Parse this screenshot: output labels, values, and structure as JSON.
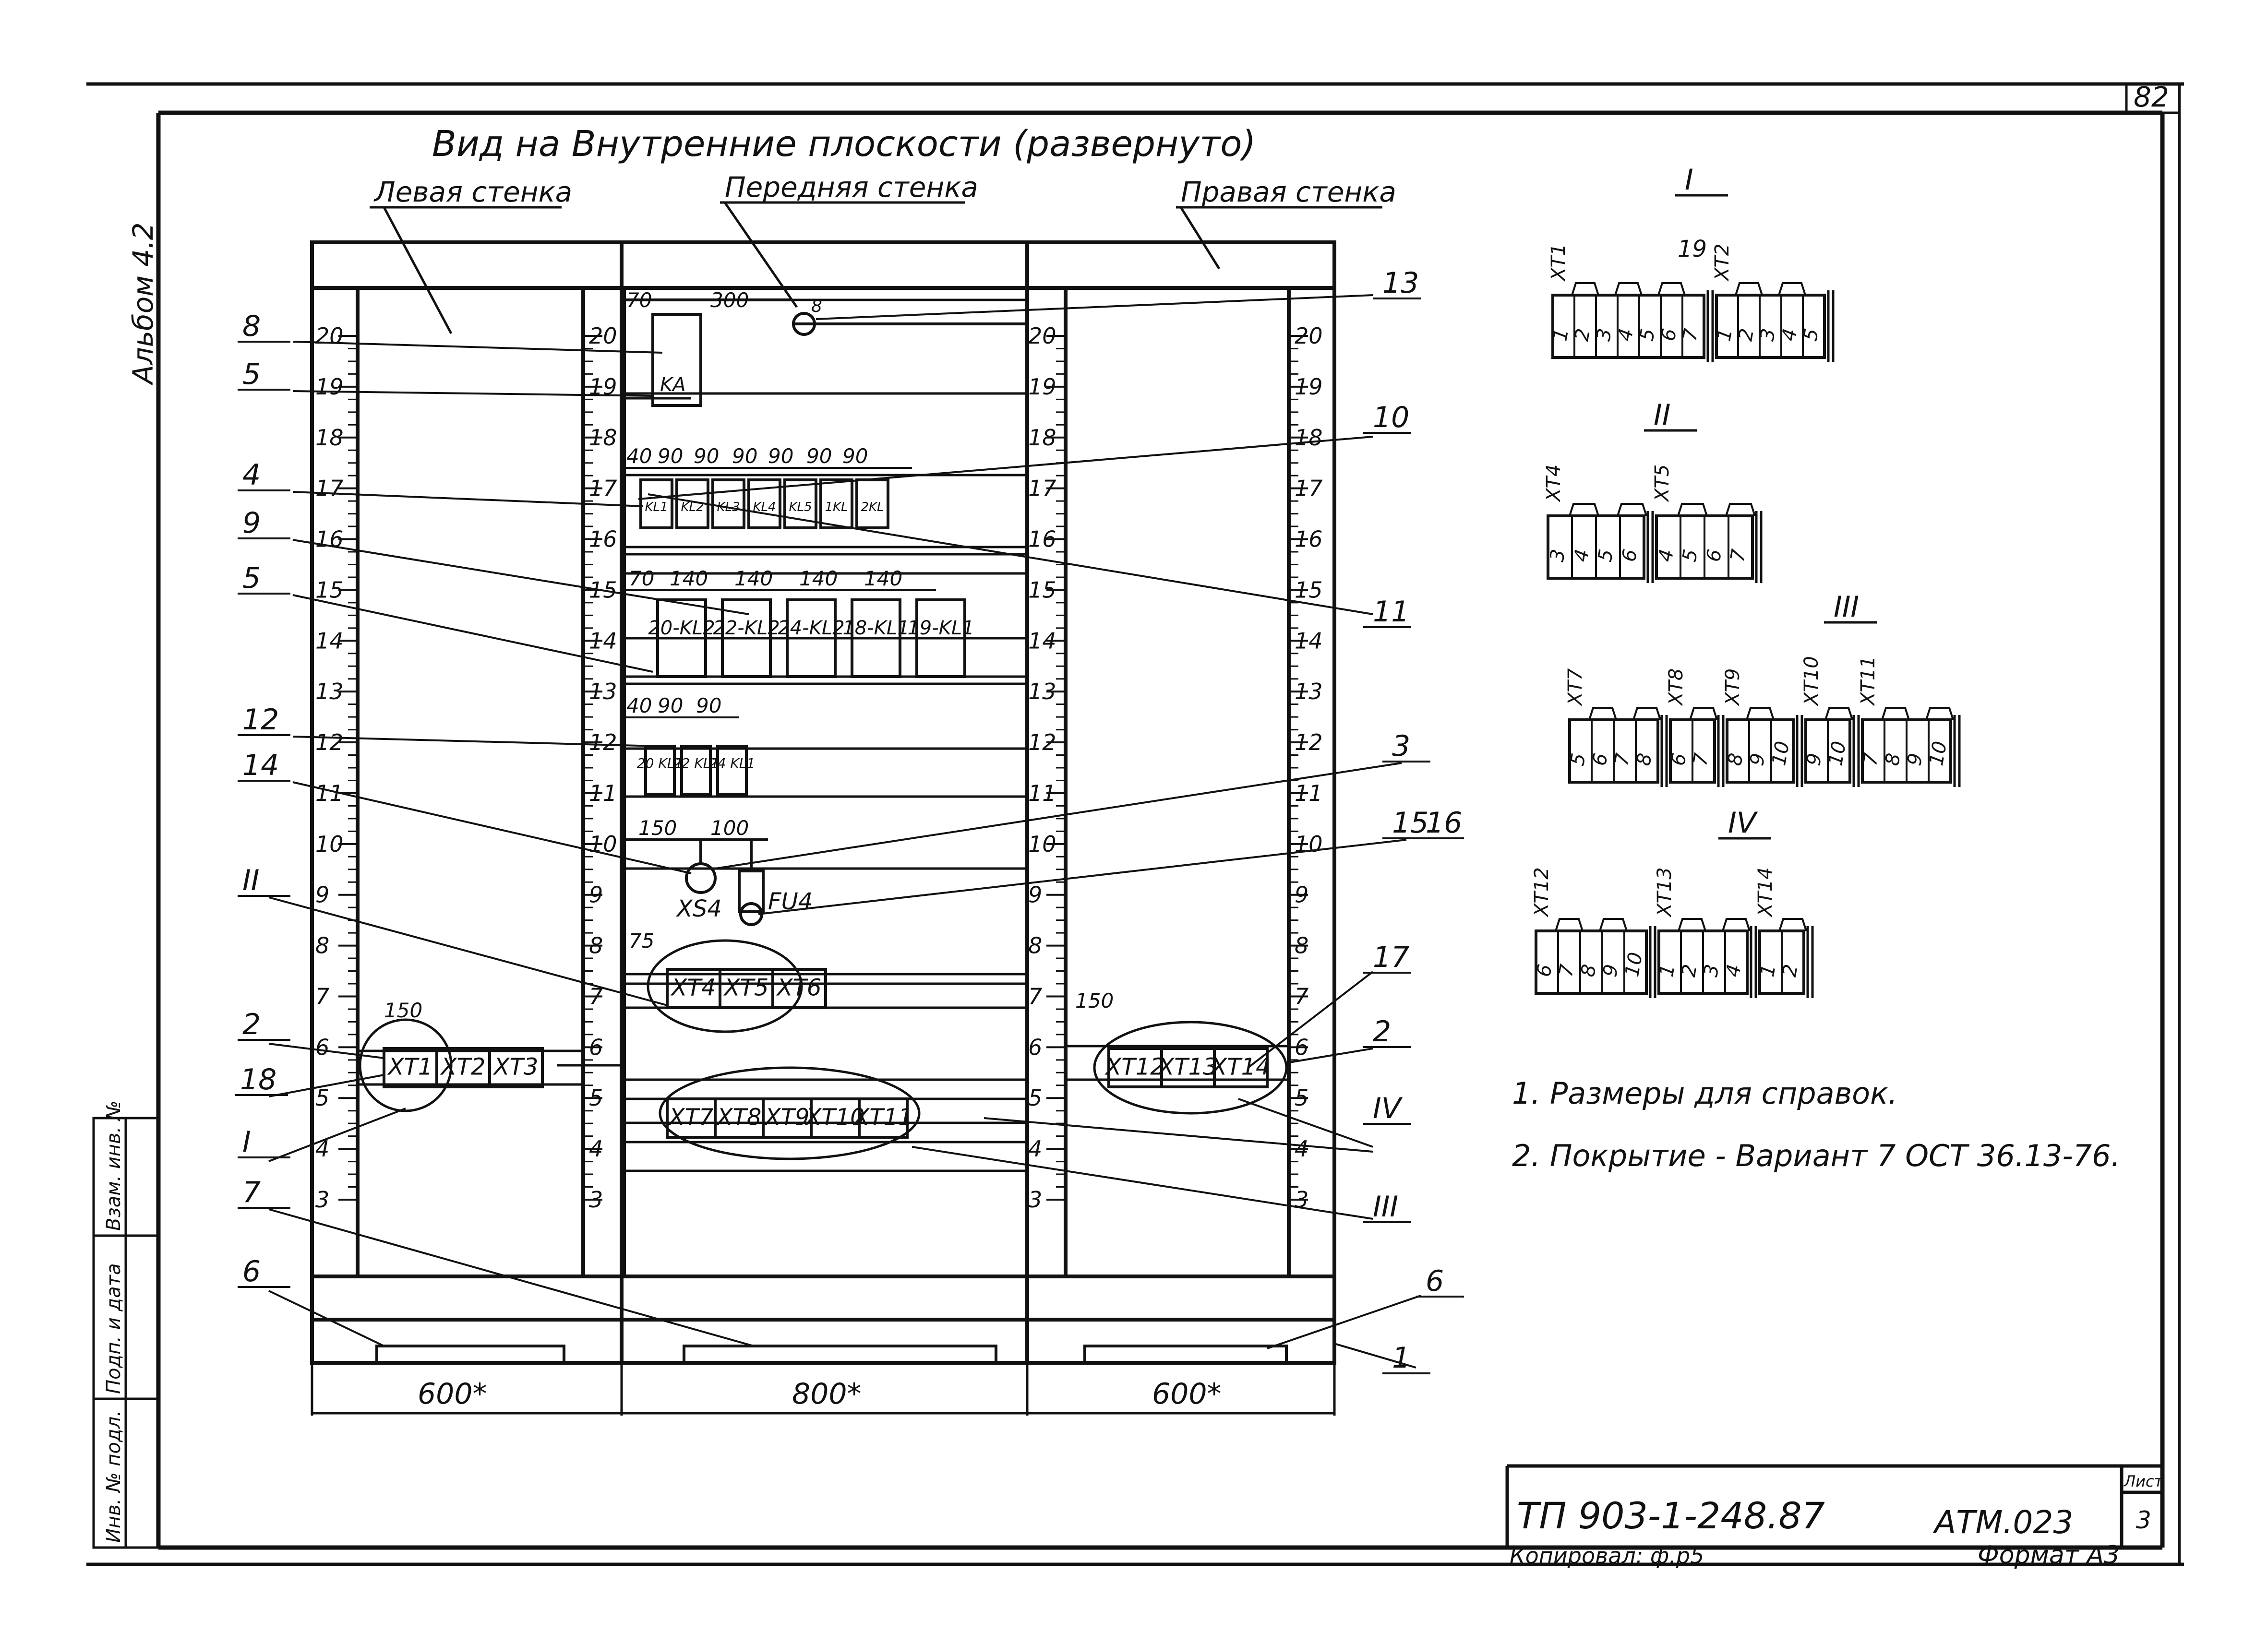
{
  "sheet": {
    "number": "82",
    "album": "Альбом 4.2",
    "title": "Вид на Внутренние плоскости (развернуто)",
    "walls": {
      "left": "Левая стенка",
      "front": "Передняя стенка",
      "right": "Правая стенка"
    }
  },
  "side_stamp": {
    "inv_no": "Инв. № подл.",
    "sign_date": "Подп. и дата",
    "replaces": "Взам. инв. №"
  },
  "scale": {
    "left_wall": [
      "20",
      "19",
      "18",
      "17",
      "16",
      "15",
      "14",
      "13",
      "12",
      "11",
      "10",
      "9",
      "8",
      "7",
      "6",
      "5",
      "4",
      "3"
    ],
    "front_left": [
      "20",
      "19",
      "18",
      "17",
      "16",
      "15",
      "14",
      "13",
      "12",
      "11",
      "10",
      "9",
      "8",
      "7",
      "6",
      "5",
      "4",
      "3"
    ],
    "front_right": [
      "20",
      "19",
      "18",
      "17",
      "16",
      "15",
      "14",
      "13",
      "12",
      "11",
      "10",
      "9",
      "8",
      "7",
      "6",
      "5",
      "4",
      "3"
    ],
    "right_wall": [
      "20",
      "19",
      "18",
      "17",
      "16",
      "15",
      "14",
      "13",
      "12",
      "11",
      "10",
      "9",
      "8",
      "7",
      "6",
      "5",
      "4",
      "3"
    ]
  },
  "front": {
    "ka": {
      "dim1": "70",
      "dim2": "300",
      "dim3": "8",
      "label": "KA"
    },
    "relay_row1": {
      "dims": [
        "40",
        "90",
        "90",
        "90",
        "90",
        "90",
        "90"
      ],
      "labels": [
        "KL1",
        "KL2",
        "KL3",
        "KL4",
        "KL5",
        "1KL",
        "2KL"
      ]
    },
    "relay_row2": {
      "dims": [
        "70",
        "140",
        "140",
        "140",
        "140"
      ],
      "labels": [
        "20-KL2",
        "22-KL2",
        "24-KL2",
        "18-KL1",
        "19-KL1"
      ]
    },
    "relay_row3": {
      "dims": [
        "40",
        "90",
        "90"
      ],
      "labels": [
        "20 KL1",
        "22 KL1",
        "24 KL1"
      ]
    },
    "socket": {
      "dim1": "150",
      "dim2": "100",
      "xs": "XS4",
      "fu": "FU4"
    },
    "terminals_top": {
      "dim": "75",
      "labels": [
        "XT4",
        "XT5",
        "XT6"
      ]
    },
    "terminals_bottom": {
      "labels": [
        "XT7",
        "XT8",
        "XT9",
        "XT10",
        "XT11"
      ]
    }
  },
  "left_terminals": {
    "dim": "150",
    "labels": [
      "XT1",
      "XT2",
      "XT3"
    ]
  },
  "right_terminals": {
    "dim": "150",
    "labels": [
      "XT12",
      "XT13",
      "XT14"
    ]
  },
  "callouts": {
    "left": [
      "8",
      "5",
      "4",
      "9",
      "5",
      "12",
      "14",
      "II",
      "2",
      "18",
      "I",
      "7",
      "6"
    ],
    "right": [
      "13",
      "10",
      "11",
      "3",
      "15",
      "16",
      "17",
      "2",
      "IV",
      "III",
      "6",
      "1"
    ]
  },
  "bottom_dims": [
    "600*",
    "800*",
    "600*"
  ],
  "details": {
    "I": {
      "title": "I",
      "callout": "19",
      "blocks": [
        {
          "name": "XT1",
          "cells": [
            "1",
            "2",
            "3",
            "4",
            "5",
            "6",
            "7"
          ]
        },
        {
          "name": "XT2",
          "cells": [
            "1",
            "2",
            "3",
            "4",
            "5"
          ]
        }
      ]
    },
    "II": {
      "title": "II",
      "blocks": [
        {
          "name": "XT4",
          "cells": [
            "3",
            "4",
            "5",
            "6"
          ]
        },
        {
          "name": "XT5",
          "cells": [
            "4",
            "5",
            "6",
            "7"
          ]
        }
      ]
    },
    "III": {
      "title": "III",
      "blocks": [
        {
          "name": "XT7",
          "cells": [
            "5",
            "6",
            "7",
            "8"
          ]
        },
        {
          "name": "XT8",
          "cells": [
            "6",
            "7"
          ]
        },
        {
          "name": "XT9",
          "cells": [
            "8",
            "9",
            "10"
          ]
        },
        {
          "name": "XT10",
          "cells": [
            "9",
            "10"
          ]
        },
        {
          "name": "XT11",
          "cells": [
            "7",
            "8",
            "9",
            "10"
          ]
        }
      ]
    },
    "IV": {
      "title": "IV",
      "blocks": [
        {
          "name": "XT12",
          "cells": [
            "6",
            "7",
            "8",
            "9",
            "10"
          ]
        },
        {
          "name": "XT13",
          "cells": [
            "1",
            "2",
            "3",
            "4"
          ]
        },
        {
          "name": "XT14",
          "cells": [
            "1",
            "2"
          ]
        }
      ]
    }
  },
  "notes": [
    "1. Размеры для справок.",
    "2. Покрытие - Вариант 7 ОСТ 36.13-76."
  ],
  "title_block": {
    "code": "ТП 903-1-248.87",
    "doc": "АТМ.023",
    "sheet_label": "Лист",
    "sheet_no": "3",
    "copied": "Копировал: ф.р5",
    "format": "Формат А3"
  },
  "colors": {
    "ink": "#111111",
    "paper": "#ffffff"
  }
}
